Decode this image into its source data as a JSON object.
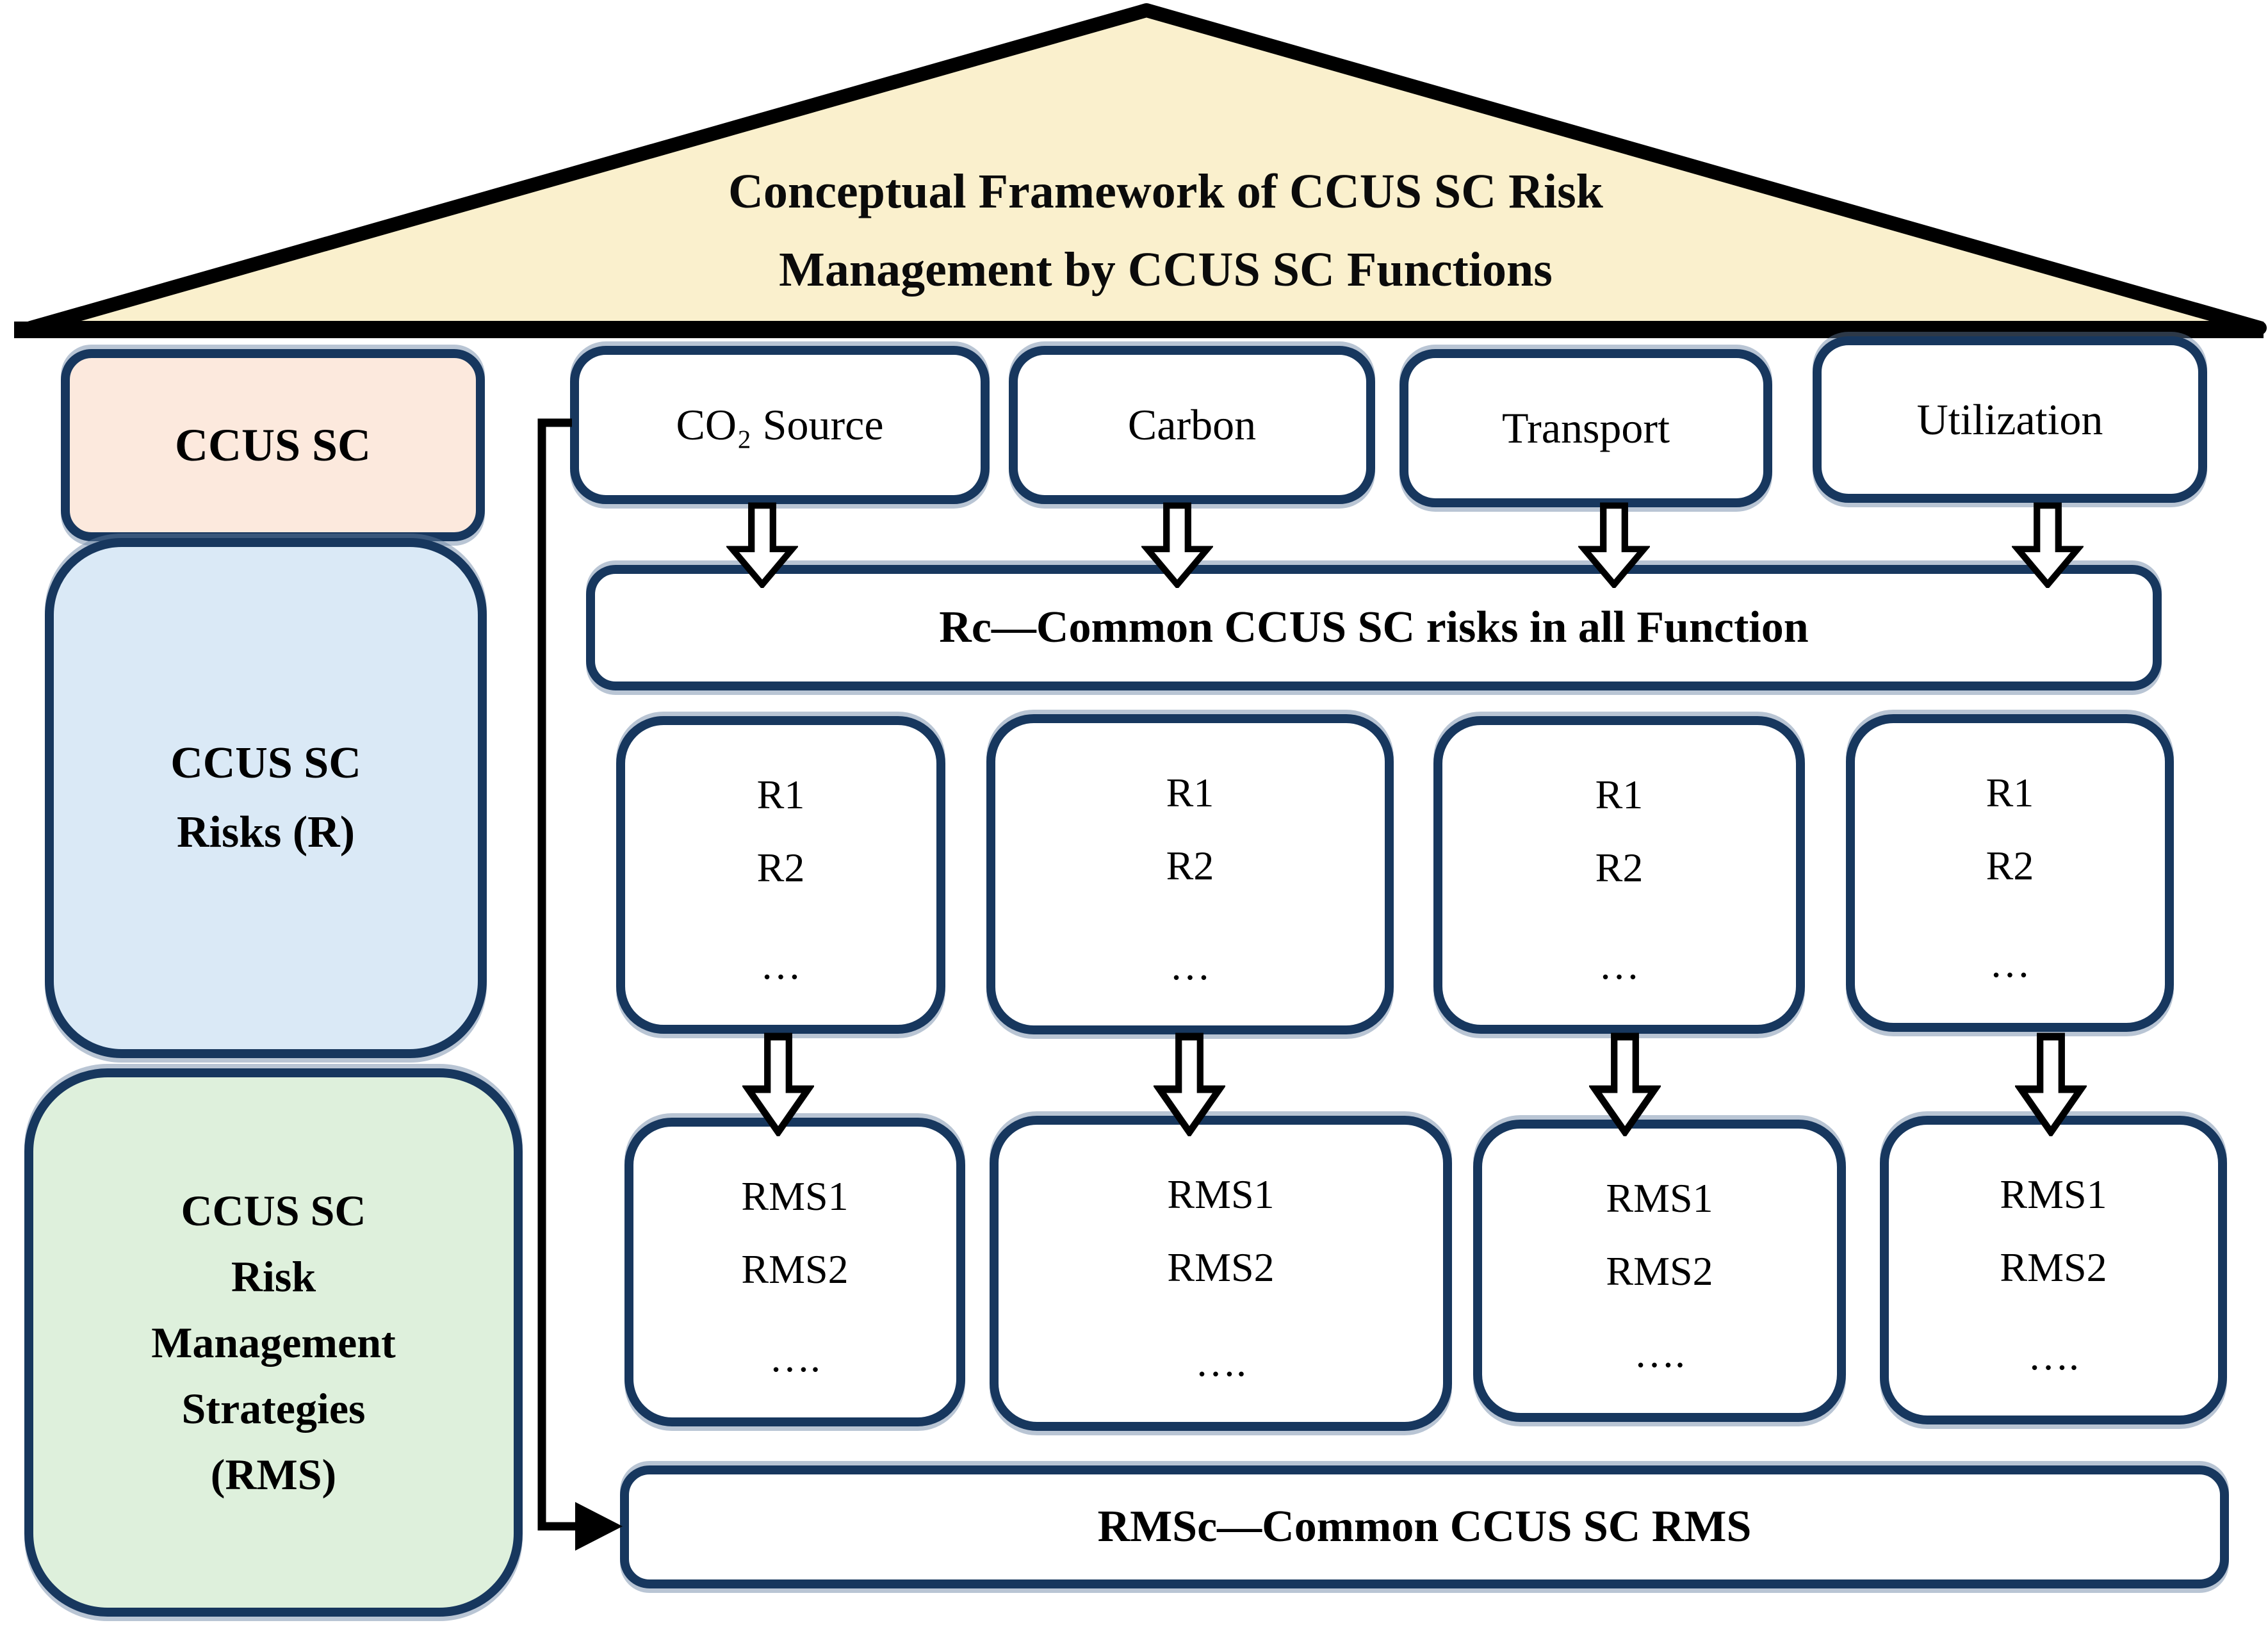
{
  "colors": {
    "roof_fill": "#FAF0CD",
    "border_navy": "#17375E",
    "supply_chain_fill": "#FCE9DD",
    "risks_fill": "#DAE9F6",
    "strategies_fill": "#DEF0DC",
    "arrow_outline": "#000000",
    "box_fill": "#FFFFFF"
  },
  "roof": {
    "title_line1": "Conceptual Framework of CCUS SC Risk",
    "title_line2": "Management by CCUS SC Functions"
  },
  "left_column": {
    "supply_chain": {
      "label": "CCUS SC"
    },
    "risks": {
      "lines": [
        "CCUS SC",
        "Risks (R)"
      ]
    },
    "strategies": {
      "lines": [
        "CCUS SC",
        "Risk",
        "Management",
        "Strategies",
        "(RMS)"
      ]
    }
  },
  "functions": [
    {
      "label": "CO₂ Source"
    },
    {
      "label": "Carbon"
    },
    {
      "label": "Transport"
    },
    {
      "label": "Utilization"
    }
  ],
  "common_risks_bar": {
    "label": "Rc—Common CCUS SC risks in all Function"
  },
  "risk_boxes": [
    {
      "lines": [
        "R1",
        "R2",
        "…"
      ]
    },
    {
      "lines": [
        "R1",
        "R2",
        "…"
      ]
    },
    {
      "lines": [
        "R1",
        "R2",
        "…"
      ]
    },
    {
      "lines": [
        "R1",
        "R2",
        "…"
      ]
    }
  ],
  "rms_boxes": [
    {
      "lines": [
        "RMS1",
        "RMS2",
        "…."
      ]
    },
    {
      "lines": [
        "RMS1",
        "RMS2",
        "…."
      ]
    },
    {
      "lines": [
        "RMS1",
        "RMS2",
        "…."
      ]
    },
    {
      "lines": [
        "RMS1",
        "RMS2",
        "…."
      ]
    }
  ],
  "common_rms_bar": {
    "label": "RMSc—Common CCUS SC RMS"
  }
}
